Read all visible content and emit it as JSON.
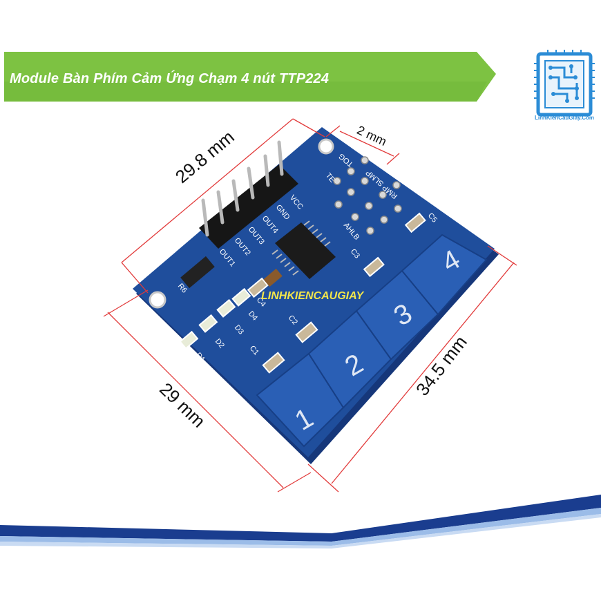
{
  "banner": {
    "title": "Module Bàn Phím Cảm Ứng Chạm 4 nút TTP224",
    "green": "#7dc242",
    "green_dark": "#5fa832"
  },
  "logo": {
    "text": "LinhKienCauGiay.Com",
    "icon": "circuit-chip-icon",
    "color": "#2b8cd6"
  },
  "dimensions": {
    "top": "29.8 mm",
    "hole": "2 mm",
    "right": "34.5 mm",
    "left": "29 mm"
  },
  "watermark": "LINHKIENCAUGIAY",
  "board": {
    "pad_labels": [
      "1",
      "2",
      "3",
      "4"
    ],
    "pin_labels": [
      "VCC",
      "GND",
      "OUT4",
      "OUT3",
      "OUT2",
      "OUT1"
    ],
    "component_labels": [
      "D1",
      "D2",
      "D3",
      "D4",
      "C1",
      "C2",
      "C3",
      "C4",
      "C5",
      "R6"
    ],
    "header_labels": [
      "TOG",
      "AHLB",
      "SLMP",
      "TE",
      "RMP"
    ],
    "pcb_color": "#1f4e9c"
  },
  "footer": {
    "stripe_dark": "#1a3d8f",
    "stripe_light": "#8fb4e6"
  }
}
